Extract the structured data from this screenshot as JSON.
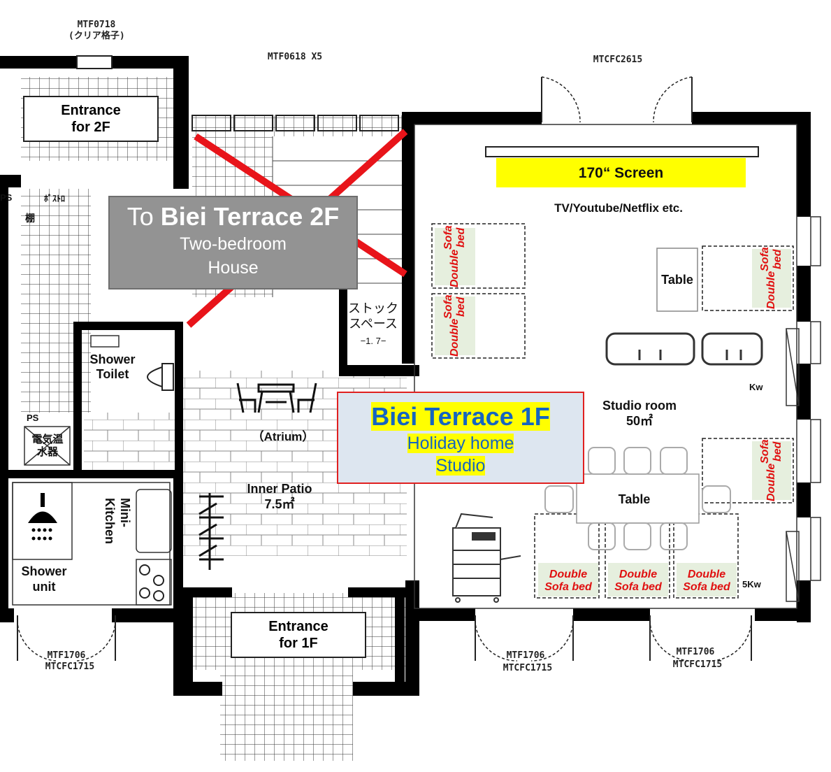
{
  "codes": {
    "top_left_window": "MTF0718",
    "top_left_window_note": "(クリア格子)",
    "top_windows": "MTF0618 X5",
    "top_right_door": "MTCFC2615",
    "bottom_left_door_a": "MTF1706",
    "bottom_left_door_b": "MTCFC1715",
    "bottom_mid_door_a": "MTF1706",
    "bottom_mid_door_b": "MTCFC1715",
    "bottom_right_door_a": "MTF1706",
    "bottom_right_door_b": "MTCFC1715"
  },
  "entrance_2f": {
    "line1": "Entrance",
    "line2": "for 2F"
  },
  "entrance_1f": {
    "line1": "Entrance",
    "line2": "for 1F"
  },
  "second_floor": {
    "prefix": "To ",
    "name": "Biei Terrace 2F",
    "line2": "Two-bedroom",
    "line3": "House"
  },
  "first_floor": {
    "name": "Biei Terrace 1F",
    "line2": "Holiday home",
    "line3": "Studio"
  },
  "screen": {
    "label": "170“  Screen",
    "sub": "TV/Youtube/Netflix etc."
  },
  "rooms": {
    "shower_toilet": {
      "line1": "Shower",
      "line2": "Toilet"
    },
    "atrium": "（Atrium）",
    "inner_patio": {
      "line1": "Inner Patio",
      "line2": "7.5㎡"
    },
    "studio": {
      "line1": "Studio room",
      "line2": "50㎡"
    },
    "shower_unit": {
      "line1": "Shower",
      "line2": "unit"
    },
    "mini_kitchen": {
      "line1": "Mini-",
      "line2": "Kitchen"
    },
    "stock": {
      "line1": "ストック",
      "line2": "スペース",
      "line3": "−1. 7−"
    }
  },
  "small_marks": {
    "ps_top": "PS",
    "ps_mid": "PS",
    "pstrash": "ﾎﾟｽﾄﾛ",
    "shelf": "棚",
    "heater": "電気温水器",
    "kw": "Kw",
    "kw5": "5Kw"
  },
  "furniture": {
    "table_top": "Table",
    "table_bottom": "Table",
    "sofa_label_line1": "Double",
    "sofa_label_line2": "Sofa bed"
  },
  "colors": {
    "wall": "#000000",
    "cross": "#e8141a",
    "screen": "#ffff00",
    "brand_blue": "#1565c0",
    "highlight": "#ffff00",
    "sofa_text": "#e01010",
    "sofa_bg": "#e6efde"
  }
}
